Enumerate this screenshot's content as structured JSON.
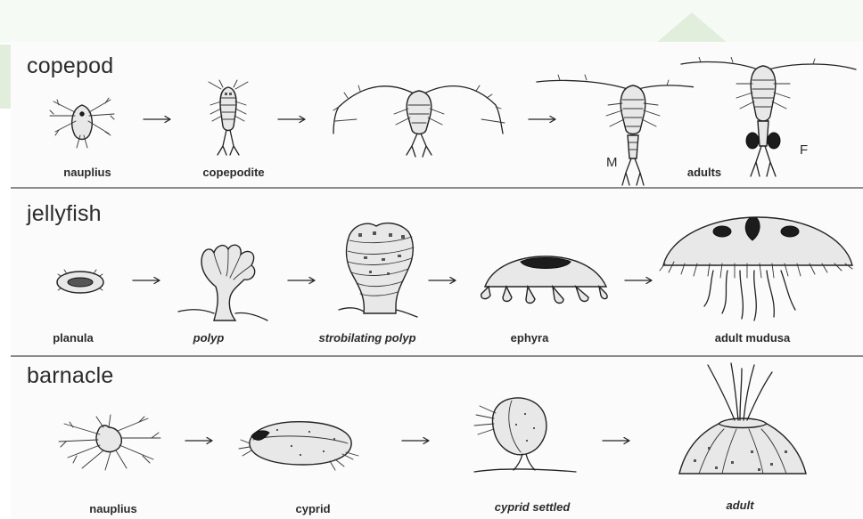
{
  "rows": [
    {
      "title": "copepod",
      "labels": [
        "nauplius",
        "copepodite",
        "adults"
      ],
      "italic": [
        false,
        false,
        false
      ],
      "marks": [
        "M",
        "F"
      ]
    },
    {
      "title": "jellyfish",
      "labels": [
        "planula",
        "polyp",
        "strobilating polyp",
        "ephyra",
        "adult mudusa"
      ],
      "italic": [
        false,
        true,
        true,
        false,
        false
      ]
    },
    {
      "title": "barnacle",
      "labels": [
        "nauplius",
        "cyprid",
        "cyprid settled",
        "adult"
      ],
      "italic": [
        false,
        false,
        true,
        true
      ]
    }
  ],
  "colors": {
    "ink": "#222222",
    "divider": "#8a8a8a",
    "decor": "#e2eedc"
  }
}
